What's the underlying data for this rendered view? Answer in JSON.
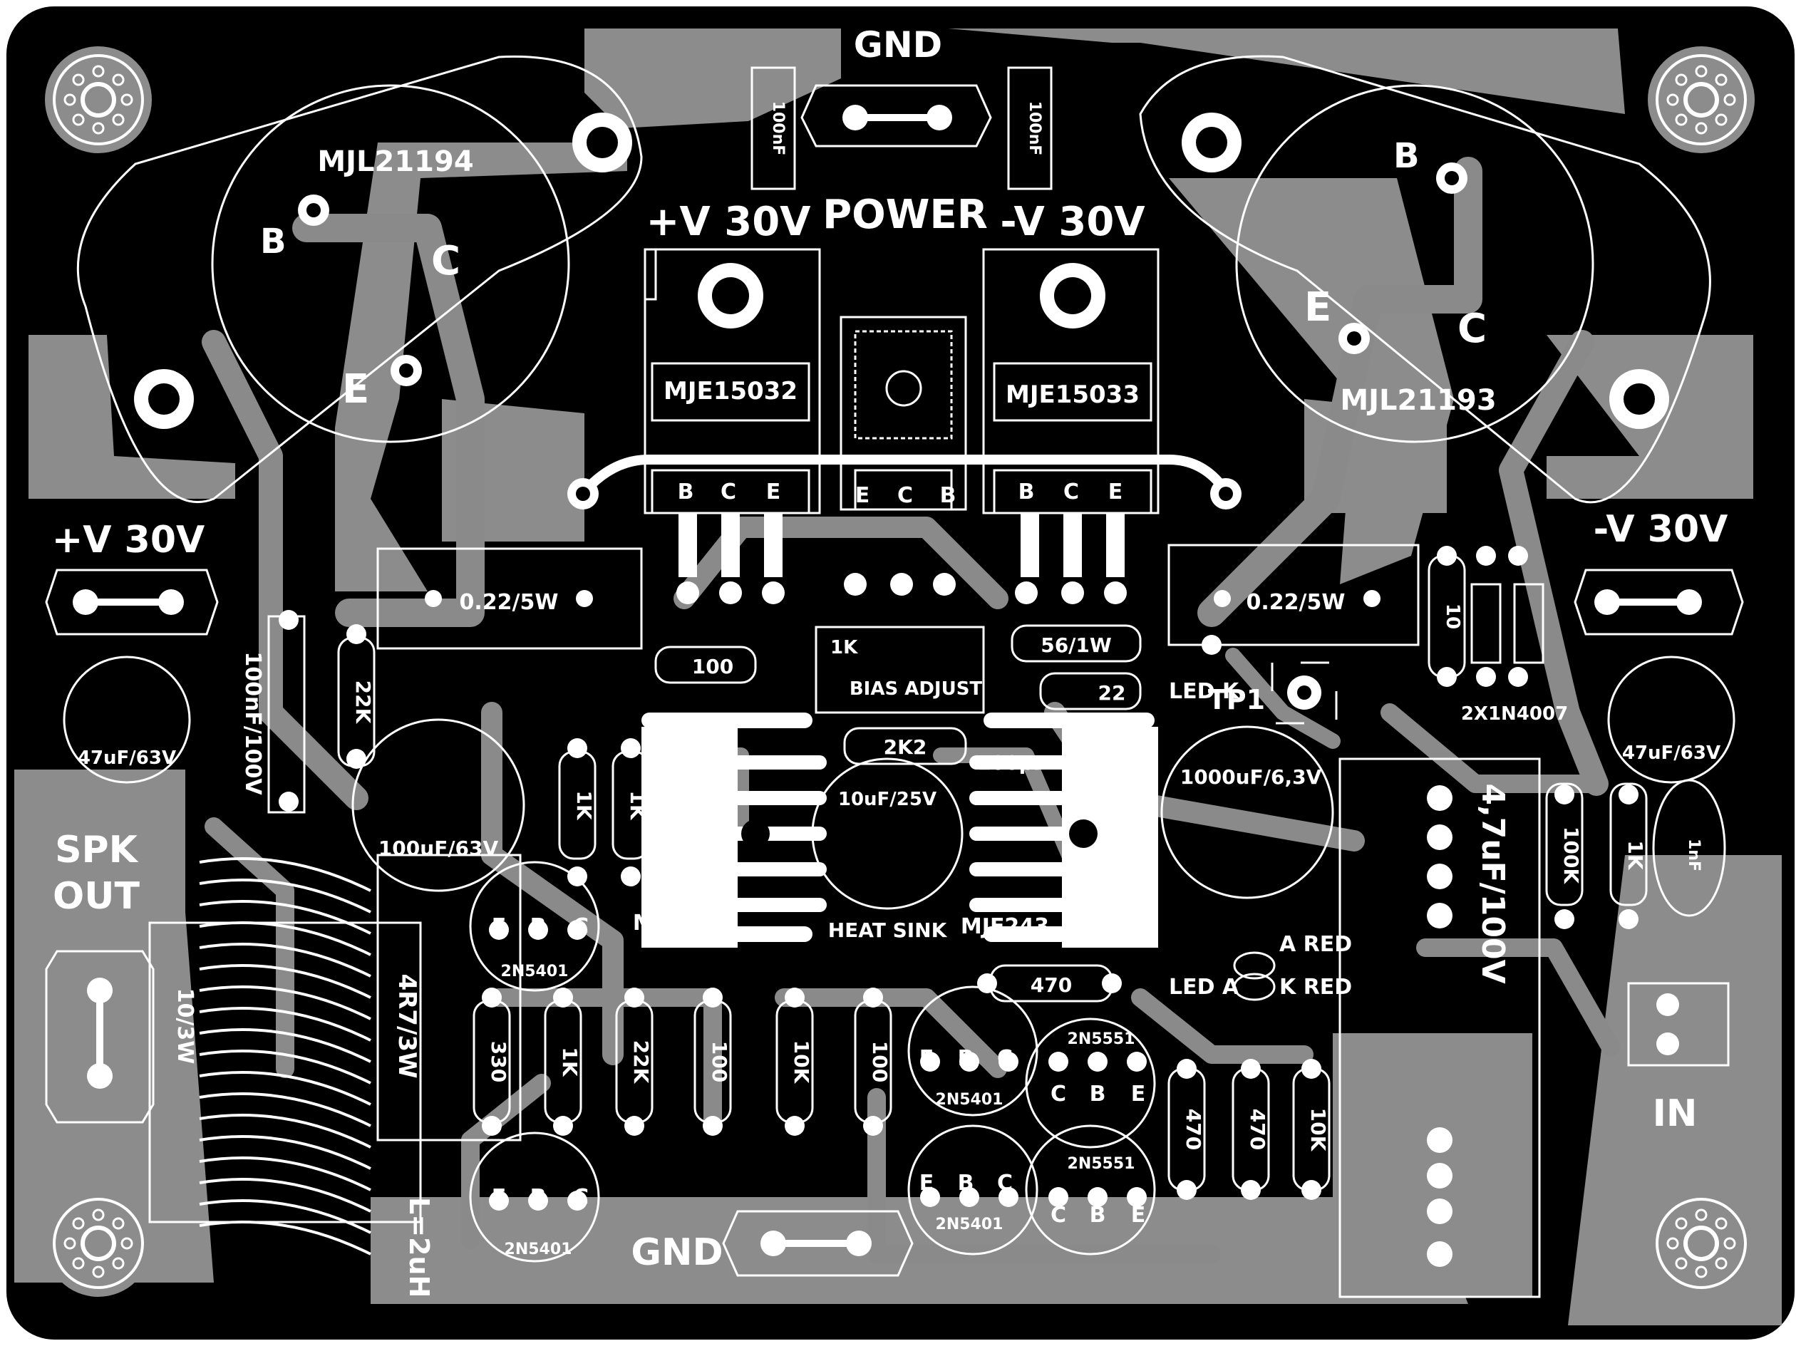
{
  "board": {
    "colors": {
      "background": "#000000",
      "copper_pour": "#8c8c8c",
      "silkscreen": "#ffffff"
    },
    "labels": {
      "gnd_top": "GND",
      "gnd_bottom": "GND",
      "power": "POWER",
      "vplus_top": "+V 30V",
      "vminus_top": "-V 30V",
      "vplus_left": "+V 30V",
      "vminus_right": "-V 30V",
      "spk": "SPK",
      "out": "OUT",
      "in": "IN",
      "tp1": "TP1",
      "heat_sink": "HEAT SINK",
      "bias_adjust": "BIAS ADJUST",
      "inductor": "L=2uH",
      "led_k": "LED K",
      "led_a": "LED A",
      "a_red": "A RED",
      "k_red": "K RED",
      "diodes": "2X1N4007"
    },
    "transistors": {
      "mjl21194": "MJL21194",
      "mjl21193": "MJL21193",
      "mje15032": "MJE15032",
      "mje15033": "MJE15033",
      "mje253": "MJE253",
      "mje243": "MJE243",
      "q_2n5401_a": "2N5401",
      "q_2n5401_b": "2N5401",
      "q_2n5401_c": "2N5401",
      "q_2n5401_d": "2N5401",
      "q_2n5551_a": "2N5551",
      "q_2n5551_b": "2N5551"
    },
    "pins": {
      "b": "B",
      "c": "C",
      "e": "E",
      "ebc": [
        "E",
        "B",
        "C"
      ],
      "bce": [
        "B",
        "C",
        "E"
      ],
      "ecb": [
        "E",
        "C",
        "B"
      ],
      "cbe": [
        "C",
        "B",
        "E"
      ]
    },
    "resistors": {
      "r_022_left": "0.22/5W",
      "r_022_right": "0.22/5W",
      "r_22k_top": "22K",
      "r_100_top": "100",
      "r_56_1w": "56/1W",
      "r_22": "22",
      "r_1k_bias": "1K",
      "r_2k2": "2K2",
      "r_1k_a": "1K",
      "r_1k_b": "1K",
      "r_10": "10",
      "r_470_mid": "470",
      "r_330": "330",
      "r_1k_c": "1K",
      "r_22k_b": "22K",
      "r_100_b": "100",
      "r_10k_a": "10K",
      "r_100_c": "100",
      "r_470_a": "470",
      "r_470_b": "470",
      "r_10k_b": "10K",
      "r_100k": "100K",
      "r_1k_in": "1K",
      "r_4r7": "4R7/3W",
      "r_10_3w": "10/3W"
    },
    "capacitors": {
      "c_100nf_a": "100nF",
      "c_100nf_b": "100nF",
      "c_100nf_100v": "100nF/100V",
      "c_47uf_left": "47uF/63V",
      "c_47uf_right": "47uF/63V",
      "c_100uf": "100uF/63V",
      "c_10uf": "10uF/25V",
      "c_100pf": "100pF",
      "c_1000uf": "1000uF/6,3V",
      "c_47uf_100v": "4,7uF/100V",
      "c_1nf": "1nF"
    }
  }
}
